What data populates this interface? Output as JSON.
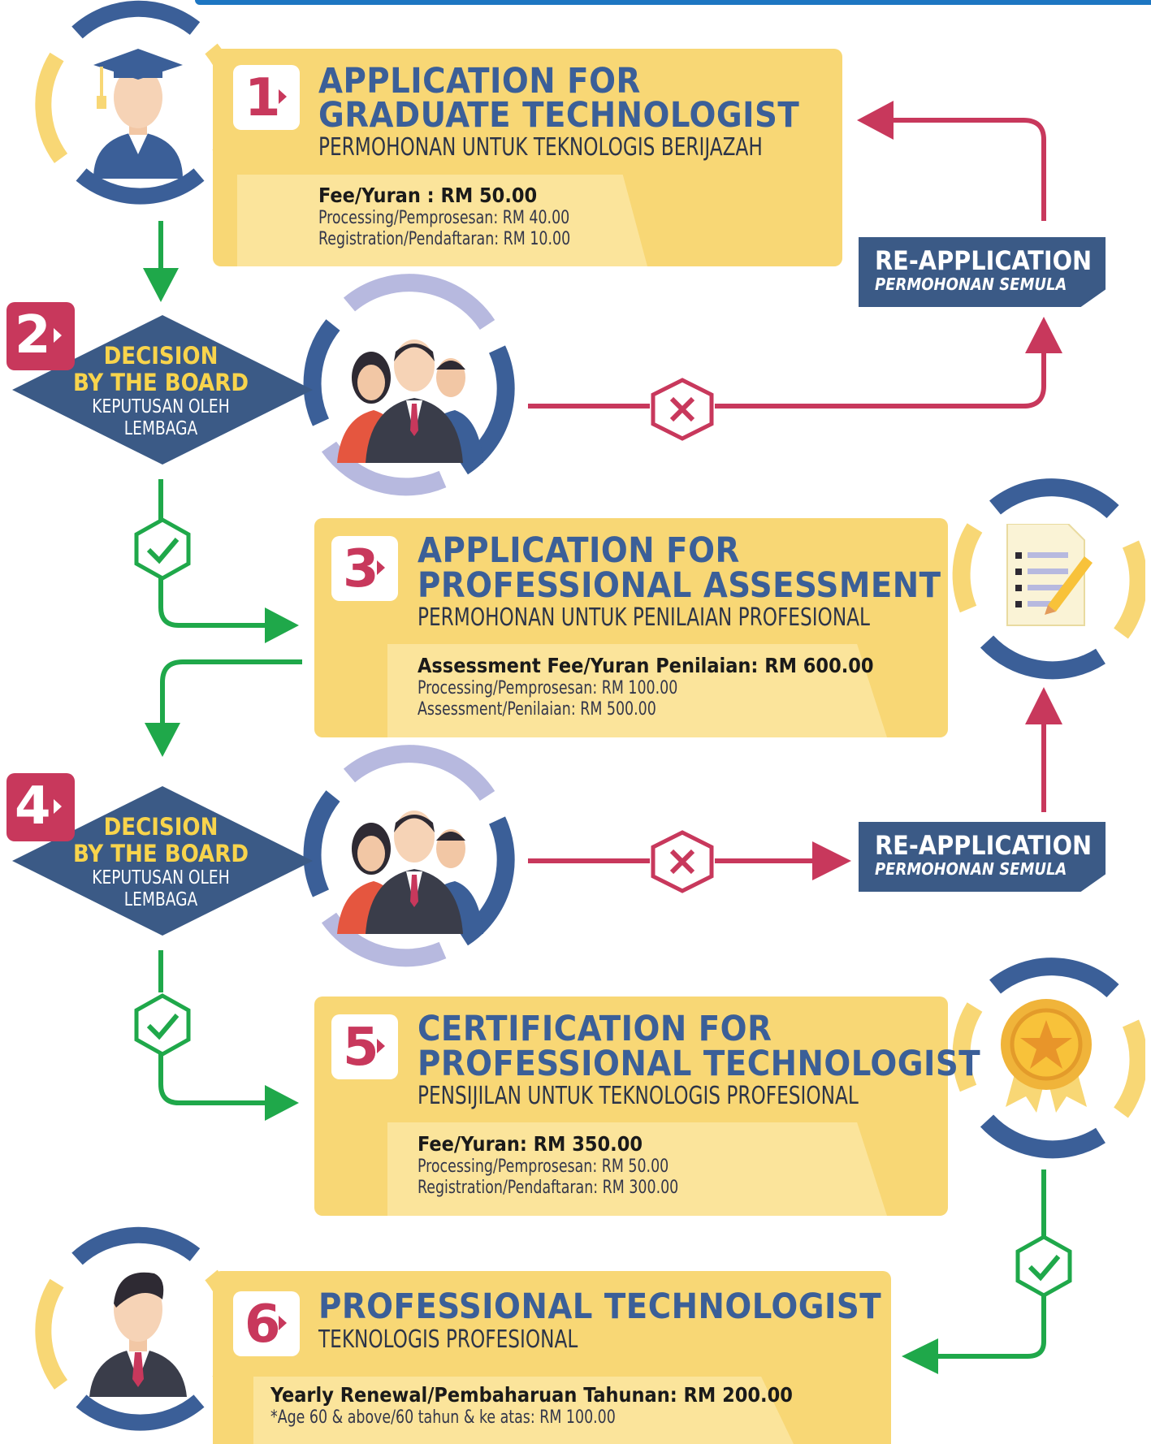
{
  "steps": [
    {
      "number": "1",
      "title_line1": "APPLICATION FOR",
      "title_line2": "GRADUATE TECHNOLOGIST",
      "subtitle": "PERMOHONAN UNTUK TEKNOLOGIS BERIJAZAH",
      "fee_main": "Fee/Yuran : RM 50.00",
      "fee_line1": "Processing/Pemprosesan: RM 40.00",
      "fee_line2": "Registration/Pendaftaran: RM 10.00"
    },
    {
      "number": "2",
      "decision_line1": "DECISION",
      "decision_line2": "BY THE BOARD",
      "decision_line3": "KEPUTUSAN OLEH",
      "decision_line4": "LEMBAGA"
    },
    {
      "number": "3",
      "title_line1": "APPLICATION FOR",
      "title_line2": "PROFESSIONAL ASSESSMENT",
      "subtitle": "PERMOHONAN UNTUK PENILAIAN PROFESIONAL",
      "fee_main": "Assessment Fee/Yuran Penilaian: RM 600.00",
      "fee_line1": "Processing/Pemprosesan: RM 100.00",
      "fee_line2": "Assessment/Penilaian: RM 500.00"
    },
    {
      "number": "4",
      "decision_line1": "DECISION",
      "decision_line2": "BY THE BOARD",
      "decision_line3": "KEPUTUSAN OLEH",
      "decision_line4": "LEMBAGA"
    },
    {
      "number": "5",
      "title_line1": "CERTIFICATION FOR",
      "title_line2": "PROFESSIONAL TECHNOLOGIST",
      "subtitle": "PENSIJILAN UNTUK TEKNOLOGIS PROFESIONAL",
      "fee_main": "Fee/Yuran: RM 350.00",
      "fee_line1": "Processing/Pemprosesan: RM 50.00",
      "fee_line2": "Registration/Pendaftaran: RM 300.00"
    },
    {
      "number": "6",
      "title_line1": "PROFESSIONAL TECHNOLOGIST",
      "subtitle": "TEKNOLOGIS PROFESIONAL",
      "fee_main": "Yearly Renewal/Pembaharuan Tahunan: RM 200.00",
      "fee_line1": "*Age 60 & above/60 tahun & ke atas: RM 100.00"
    }
  ],
  "reapplication": [
    {
      "title": "RE-APPLICATION",
      "subtitle": "PERMOHONAN SEMULA"
    },
    {
      "title": "RE-APPLICATION",
      "subtitle": "PERMOHONAN SEMULA"
    }
  ],
  "icons": {
    "graduate": "graduate-avatar-icon",
    "board": "board-members-icon",
    "document": "document-checklist-icon",
    "award": "award-medal-icon",
    "professional": "professional-avatar-icon",
    "approve": "check-hexagon-icon",
    "reject": "cross-hexagon-icon"
  },
  "colors": {
    "panel": "#f8d775",
    "fee_box": "#fbe49b",
    "title_blue": "#3b5f98",
    "number_red": "#c8385c",
    "diamond": "#3b5a86",
    "decision_yellow": "#f8d44c",
    "flow_green": "#1fa84a",
    "reject_red": "#c8385c",
    "top_bar": "#1d76c2"
  }
}
